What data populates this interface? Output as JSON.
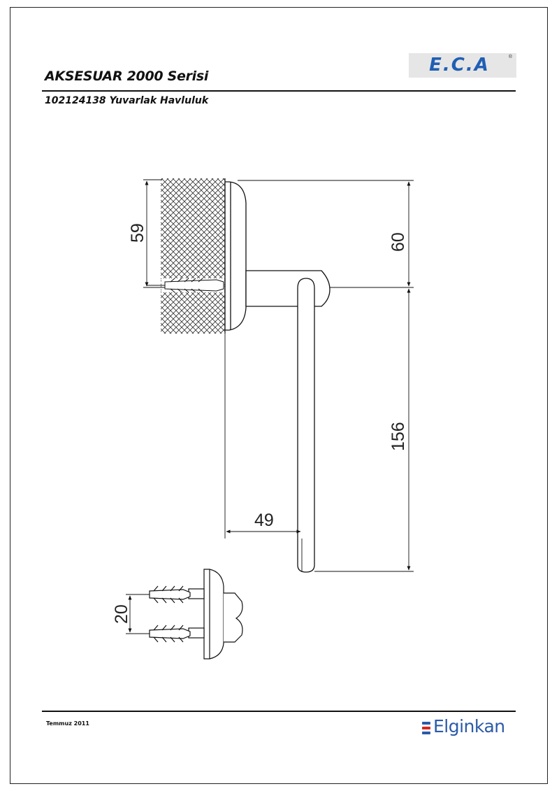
{
  "header": {
    "series_title": "AKSESUAR 2000 Serisi",
    "product_title": "102124138 Yuvarlak Havluluk"
  },
  "logo": {
    "text": "E.C.A",
    "reg_mark": "®",
    "color": "#1f5fb4"
  },
  "footer": {
    "date": "Temmuz 2011",
    "brand": "Elginkan",
    "brand_color": "#2b5ba8",
    "brand_bar_colors": [
      "#2b5ba8",
      "#d9261c",
      "#2b5ba8"
    ]
  },
  "dimensions": {
    "wall_height": "59",
    "top_to_axis": "60",
    "ring_height": "156",
    "projection": "49",
    "hole_spacing": "20"
  }
}
